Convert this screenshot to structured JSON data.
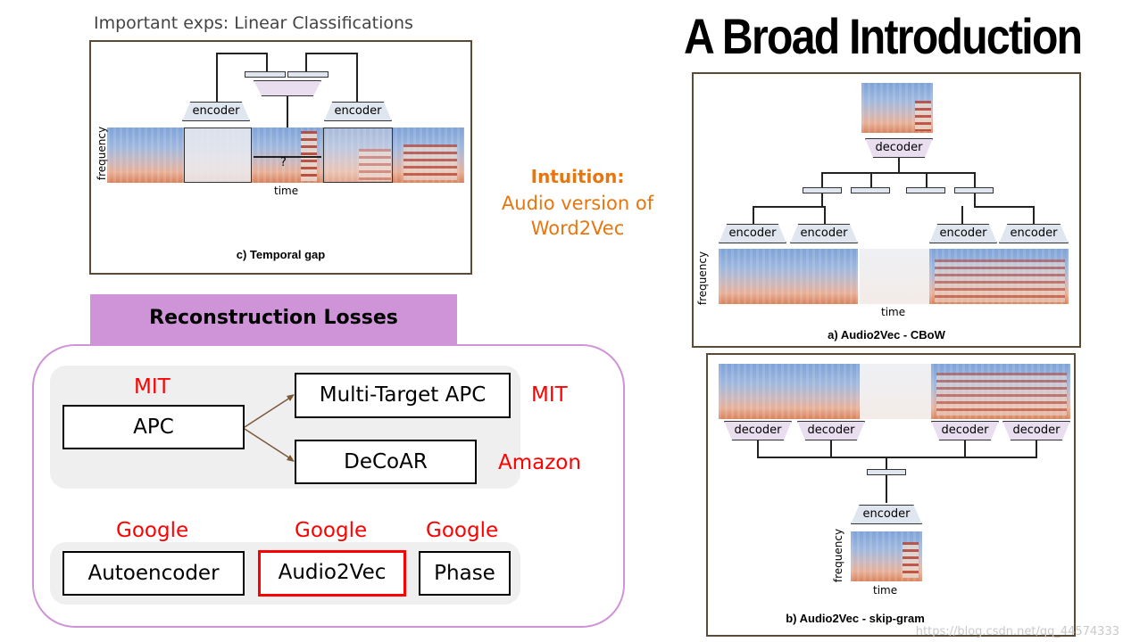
{
  "header": {
    "subtitle": "Important exps: Linear Classifications",
    "title": "A Broad Introduction"
  },
  "figure_temporal_gap": {
    "encoder_label": "encoder",
    "ylabel": "frequency",
    "xlabel": "time",
    "gap_mark": "?",
    "caption": "c) Temporal gap"
  },
  "intuition": {
    "label": "Intuition:",
    "line1": "Audio version of",
    "line2": "Word2Vec"
  },
  "reconstruction": {
    "header": "Reconstruction Losses",
    "apc": "APC",
    "apc_org": "MIT",
    "multi_target_apc": "Multi-Target APC",
    "multi_target_apc_org": "MIT",
    "decoar": "DeCoAR",
    "decoar_org": "Amazon",
    "autoencoder": "Autoencoder",
    "autoencoder_org": "Google",
    "audio2vec": "Audio2Vec",
    "audio2vec_org": "Google",
    "phase": "Phase",
    "phase_org": "Google"
  },
  "figure_cbow": {
    "decoder_label": "decoder",
    "encoder_label": "encoder",
    "ylabel": "frequency",
    "xlabel": "time",
    "caption": "a) Audio2Vec - CBoW"
  },
  "figure_skipgram": {
    "decoder_label": "decoder",
    "encoder_label": "encoder",
    "ylabel": "frequency",
    "xlabel": "time",
    "caption": "b) Audio2Vec - skip-gram"
  },
  "watermark": "https://blog.csdn.net/qq_44574333",
  "colors": {
    "accent_orange": "#e8760f",
    "accent_red": "#ff0000",
    "recon_purple": "#cf94d8",
    "encoder_fill": "#dfe6ef",
    "decoder_fill": "#e8def0"
  }
}
